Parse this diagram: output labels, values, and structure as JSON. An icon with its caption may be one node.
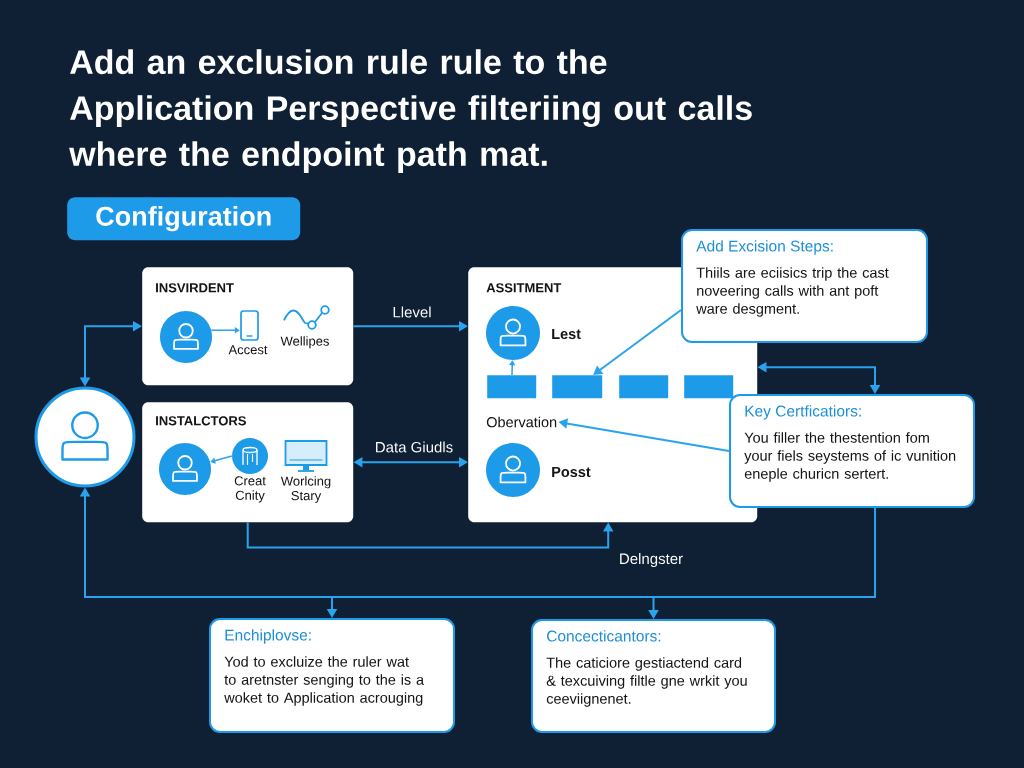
{
  "diagram": {
    "title": "Add an exclusion rule rule to the Application Perspective filteriing out calls where the endpoint path mat.",
    "nodes": [
      {
        "text": [
          "Configuration"
        ]
      },
      {
        "text": [
          "INSVIRDENT"
        ]
      },
      {
        "text": [],
        "shape": "circle",
        "in": 1
      },
      {
        "text": [],
        "shape": "picture",
        "in": 1,
        "beside": [
          "Accest"
        ]
      },
      {
        "text": [],
        "shape": "picture",
        "in": 1,
        "beside": [
          "Wellipes"
        ]
      },
      {
        "text": [
          "ASSITMENT"
        ]
      },
      {
        "text": [],
        "shape": "circle",
        "in": 5,
        "beside": [
          "Lest"
        ]
      },
      {
        "text": [],
        "shape": "bar",
        "in": 5
      },
      {
        "text": [],
        "shape": "bar",
        "in": 5
      },
      {
        "text": [],
        "shape": "bar",
        "in": 5
      },
      {
        "text": [],
        "shape": "bar",
        "in": 5
      },
      {
        "text": [
          "Obervation"
        ],
        "in": 5
      },
      {
        "text": [],
        "shape": "circle",
        "in": 5,
        "beside": [
          "Posst"
        ]
      },
      {
        "text": [
          "Add Excision Steps:",
          "Thiils are eciisics trip the cast noveering calls with ant poft ware desgment."
        ]
      },
      {
        "text": [],
        "shape": "circle"
      },
      {
        "text": [
          "INSTALCTORS"
        ]
      },
      {
        "text": [],
        "shape": "circle",
        "in": 15
      },
      {
        "text": [],
        "shape": "picture",
        "in": 15,
        "beside": [
          "Creat Cnity"
        ]
      },
      {
        "text": [],
        "shape": "picture",
        "in": 15,
        "beside": [
          "Worlcing Stary"
        ]
      },
      {
        "text": [
          "Key Certficatiors:",
          "You filler the thestention fom your fiels seystems of ic vunition eneple churicn sertert."
        ]
      },
      {
        "text": [
          "Enchiplovse:",
          "Yod to excluize the ruler wat to aretnster senging to the is a woket to Application acrouging"
        ]
      },
      {
        "text": [
          "Concecticantors:",
          "The caticiore gestiactend card & texcuiving filtle gne wrkit you ceeviignenet."
        ]
      }
    ],
    "edges": [
      {
        "from": 14,
        "to": 1,
        "arrow": "both"
      },
      {
        "from": 1,
        "to": 5,
        "arrow": "to",
        "label": "Llevel"
      },
      {
        "from": 15,
        "to": 5,
        "arrow": "both",
        "label": "Data Giudls"
      },
      {
        "from": 15,
        "to": 5,
        "arrow": "to"
      },
      {
        "from": 2,
        "to": 3,
        "arrow": "to"
      },
      {
        "from": 17,
        "to": 16,
        "arrow": "to"
      },
      {
        "from": 7,
        "to": 6,
        "arrow": "to"
      },
      {
        "from": 13,
        "to": 8,
        "arrow": "to"
      },
      {
        "from": 19,
        "to": 11,
        "arrow": "to"
      },
      {
        "from": 5,
        "to": 19,
        "arrow": "both"
      },
      {
        "from": 19,
        "to": 14,
        "arrow": "to"
      },
      {
        "from": 19,
        "to": 20,
        "arrow": "to"
      },
      {
        "from": 19,
        "to": 21,
        "arrow": "to"
      }
    ],
    "labels": [
      "Delngster"
    ]
  }
}
